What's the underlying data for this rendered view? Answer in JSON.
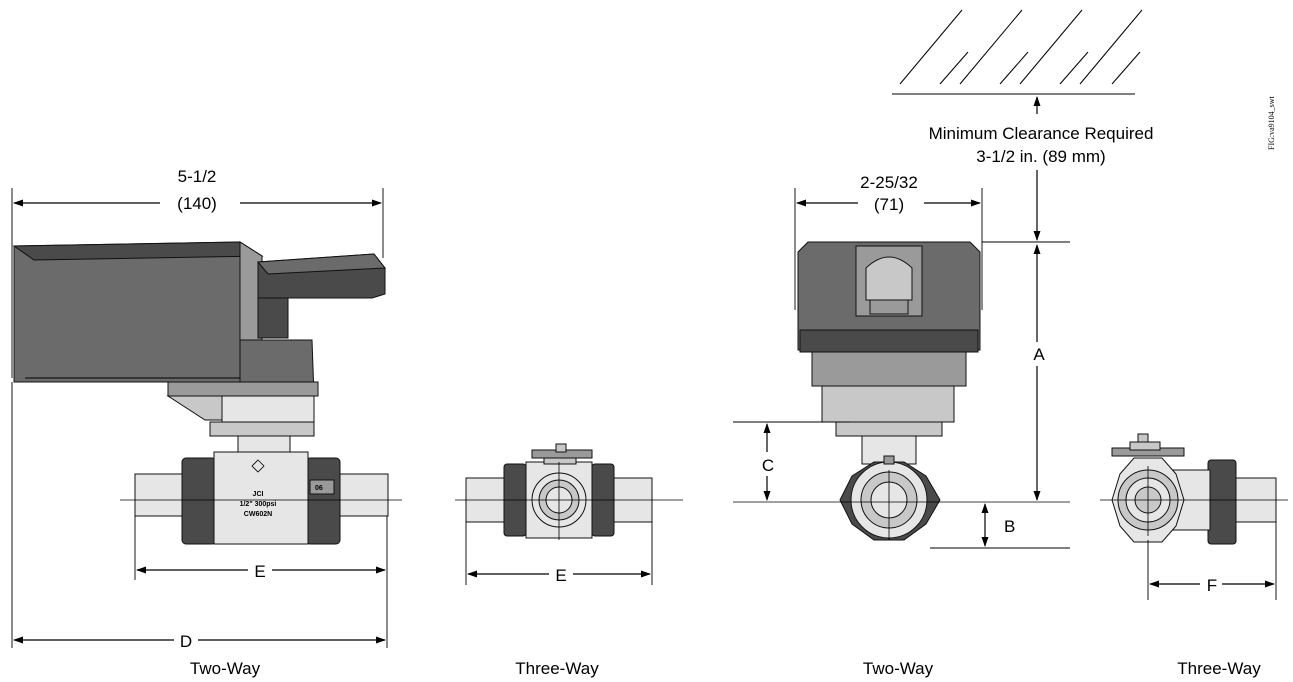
{
  "clearance": {
    "line1": "Minimum Clearance Required",
    "line2": "3-1/2 in. (89 mm)"
  },
  "figure_id": "FIG:va9104_swt",
  "dimensions": {
    "overall_width_in": "5-1/2",
    "overall_width_mm": "(140)",
    "actuator_width_in": "2-25/32",
    "actuator_width_mm": "(71)",
    "A": "A",
    "B": "B",
    "C": "C",
    "D": "D",
    "E": "E",
    "F": "F"
  },
  "valve_markings": {
    "brand": "JCI",
    "rating": "1/2\" 300psi",
    "model": "CW602N",
    "size_tag": "06"
  },
  "captions": [
    "Two-Way",
    "Three-Way",
    "Two-Way",
    "Three-Way"
  ],
  "colors": {
    "line": "#000000",
    "actuator_dark": "#4a4a4a",
    "actuator_mid": "#6b6b6b",
    "valve_light": "#c8c8c8"
  }
}
